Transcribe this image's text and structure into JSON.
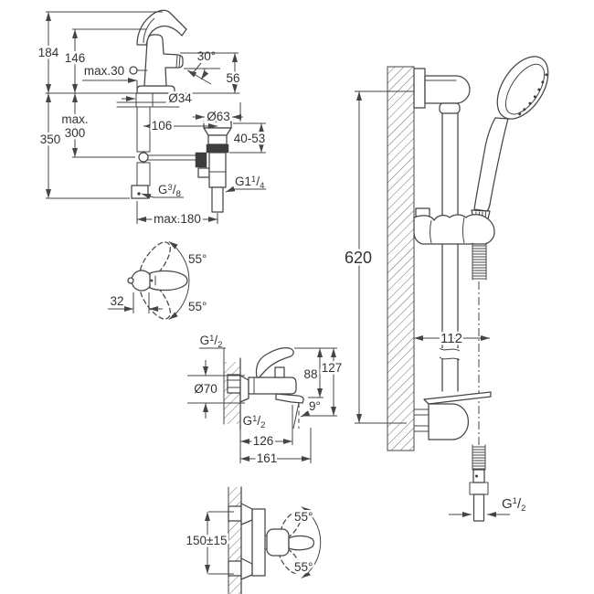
{
  "basin": {
    "d184": "184",
    "d146": "146",
    "dmax30": "max.30",
    "a30": "30°",
    "d56": "56",
    "d34": "Ø34",
    "dmax_l1": "max.",
    "dmax_l2": "300",
    "d350": "350",
    "d106": "106",
    "d63": "Ø63",
    "d4053": "40-53",
    "dmax180": "max.180",
    "g38": {
      "base": "G",
      "sup": "3",
      "slash": "/",
      "sub": "8"
    },
    "g114": {
      "base": "G1",
      "sup": "1",
      "slash": "/",
      "sub": "4"
    }
  },
  "lever": {
    "a55top": "55°",
    "a55bottom": "55°",
    "d32": "32"
  },
  "bath": {
    "g12wall": {
      "base": "G",
      "sup": "1",
      "slash": "/",
      "sub": "2"
    },
    "d70": "Ø70",
    "d88": "88",
    "d127": "127",
    "a9": "9°",
    "g12outlet": {
      "base": "G",
      "sup": "1",
      "slash": "/",
      "sub": "2"
    },
    "d126": "126",
    "d161": "161"
  },
  "front": {
    "d150": "150±15",
    "a55top": "55°",
    "a55bottom": "55°"
  },
  "rail": {
    "d620": "620",
    "d112": "112",
    "g12hose": {
      "base": "G",
      "sup": "1",
      "slash": "/",
      "sub": "2"
    }
  },
  "colors": {
    "line": "#454545",
    "text": "#333333",
    "background": "#ffffff"
  }
}
